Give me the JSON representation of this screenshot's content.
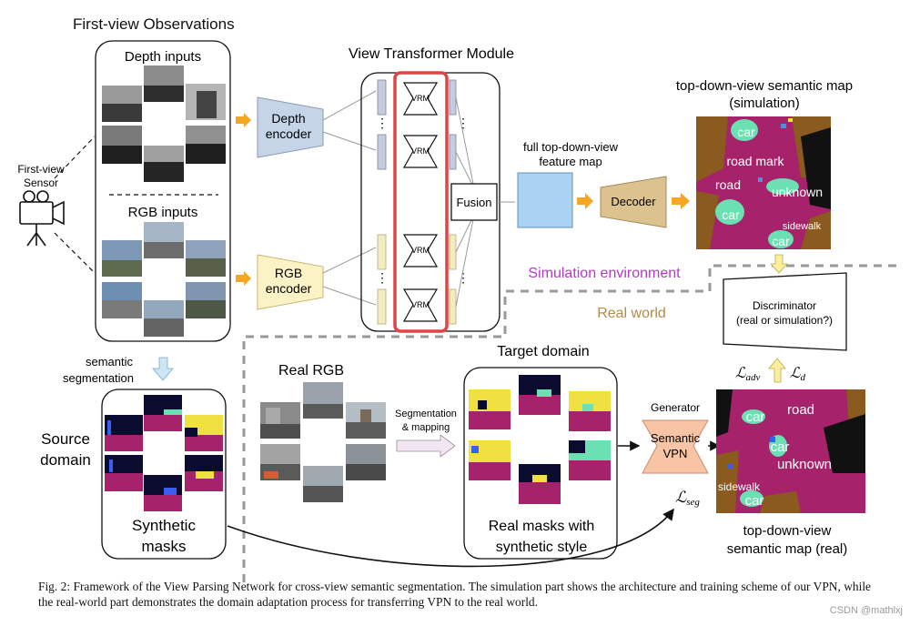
{
  "title_first_view": "First-view Observations",
  "depth_inputs": "Depth inputs",
  "rgb_inputs": "RGB inputs",
  "sensor_label_1": "First-view",
  "sensor_label_2": "Sensor",
  "depth_encoder_1": "Depth",
  "depth_encoder_2": "encoder",
  "rgb_encoder_1": "RGB",
  "rgb_encoder_2": "encoder",
  "vtm_title": "View Transformer Module",
  "vrm": "VRM",
  "fusion": "Fusion",
  "feature_map_1": "full top-down-view",
  "feature_map_2": "feature map",
  "decoder": "Decoder",
  "sim_map_title_1": "top-down-view semantic map",
  "sim_map_title_2": "(simulation)",
  "sim_map_labels": [
    "car",
    "road mark",
    "road",
    "unknown",
    "car",
    "sidewalk",
    "car"
  ],
  "sim_env": "Simulation environment",
  "real_world": "Real world",
  "discriminator_1": "Discriminator",
  "discriminator_2": "(real or simulation?)",
  "loss_adv": "ℒadv",
  "loss_d": "ℒd",
  "loss_seg": "ℒseg",
  "semantic_seg_1": "semantic",
  "semantic_seg_2": "segmentation",
  "source_domain_1": "Source",
  "source_domain_2": "domain",
  "synthetic_1": "Synthetic",
  "synthetic_2": "masks",
  "real_rgb": "Real RGB",
  "seg_mapping_1": "Segmentation",
  "seg_mapping_2": "& mapping",
  "target_domain": "Target domain",
  "real_masks_1": "Real masks with",
  "real_masks_2": "synthetic style",
  "generator": "Generator",
  "semantic_vpn_1": "Semantic",
  "semantic_vpn_2": "VPN",
  "real_map_labels": [
    "road",
    "car",
    "car",
    "unknown",
    "sidewalk",
    "car"
  ],
  "real_map_title_1": "top-down-view",
  "real_map_title_2": "semantic map (real)",
  "caption": "Fig. 2: Framework of the View Parsing Network for cross-view semantic segmentation. The simulation part shows the architecture and training scheme of our VPN, while the real-world part demonstrates the domain adaptation process for transferring VPN to the real world.",
  "watermark": "CSDN @mathlxj",
  "colors": {
    "encoder_blue": "#c5d4e6",
    "encoder_yellow": "#fbf2c6",
    "orange_arrow": "#f5a623",
    "feature_blue": "#a9d3f0",
    "decoder_tan": "#dcc28e",
    "vpn_salmon": "#f8c4a6",
    "highlight_red": "#e04444",
    "sim_purple": "#b03ac0",
    "real_brown": "#b48a44",
    "road_magenta": "#a6226a",
    "car_mint": "#6be0b2",
    "sidewalk_brown": "#8a5a1e"
  }
}
